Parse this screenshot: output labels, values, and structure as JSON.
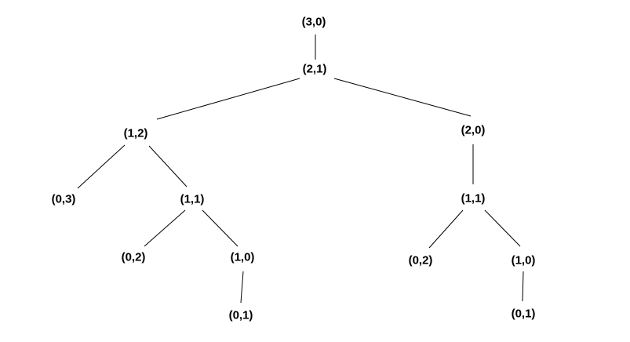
{
  "tree": {
    "nodes": [
      {
        "id": "n0",
        "label": "(3,0)"
      },
      {
        "id": "n1",
        "label": "(2,1)"
      },
      {
        "id": "n2",
        "label": "(1,2)"
      },
      {
        "id": "n3",
        "label": "(2,0)"
      },
      {
        "id": "n4",
        "label": "(0,3)"
      },
      {
        "id": "n5",
        "label": "(1,1)"
      },
      {
        "id": "n6",
        "label": "(1,1)"
      },
      {
        "id": "n7",
        "label": "(0,2)"
      },
      {
        "id": "n8",
        "label": "(1,0)"
      },
      {
        "id": "n9",
        "label": "(0,2)"
      },
      {
        "id": "n10",
        "label": "(1,0)"
      },
      {
        "id": "n11",
        "label": "(0,1)"
      },
      {
        "id": "n12",
        "label": "(0,1)"
      }
    ],
    "edges": [
      [
        "n0",
        "n1"
      ],
      [
        "n1",
        "n2"
      ],
      [
        "n1",
        "n3"
      ],
      [
        "n2",
        "n4"
      ],
      [
        "n2",
        "n5"
      ],
      [
        "n3",
        "n6"
      ],
      [
        "n5",
        "n7"
      ],
      [
        "n5",
        "n8"
      ],
      [
        "n6",
        "n9"
      ],
      [
        "n6",
        "n10"
      ],
      [
        "n8",
        "n11"
      ],
      [
        "n10",
        "n12"
      ]
    ],
    "line_color": "#000000",
    "text_color": "#000000"
  }
}
